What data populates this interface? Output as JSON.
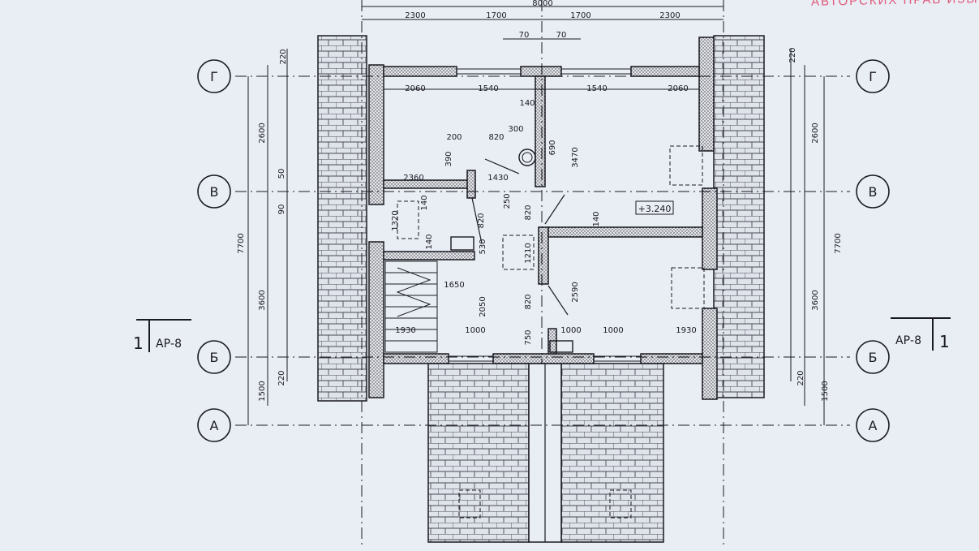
{
  "stamp_text": "АВТОРСКИХ ПРАВ ИЗЫ",
  "level_mark": "+3.240",
  "axes": {
    "left": [
      "Г",
      "В",
      "Б",
      "А"
    ],
    "right": [
      "Г",
      "В",
      "Б",
      "А"
    ]
  },
  "section_left": {
    "num": "1",
    "sheet": "АР-8"
  },
  "section_right": {
    "num": "1",
    "sheet": "АР-8"
  },
  "dims_top": [
    "8000",
    "2300",
    "1700",
    "1700",
    "2300",
    "70",
    "70"
  ],
  "dims_left_chain": [
    "220",
    "2600",
    "50",
    "90",
    "3600",
    "1500",
    "220",
    "7700"
  ],
  "dims_right_chain": [
    "220",
    "2600",
    "3600",
    "1500",
    "220",
    "7700"
  ],
  "dims_interior": [
    "2060",
    "1540",
    "1540",
    "2060",
    "140",
    "200",
    "820",
    "300",
    "390",
    "690",
    "3470",
    "2360",
    "1430",
    "250",
    "820",
    "140",
    "140",
    "1320",
    "140",
    "530",
    "820",
    "1210",
    "1650",
    "2050",
    "820",
    "2590",
    "1930",
    "1000",
    "750",
    "1000",
    "1000",
    "1930"
  ],
  "colors": {
    "line": "#1a1a22",
    "paper": "#e9edf4",
    "stamp": "#e05a7a"
  }
}
